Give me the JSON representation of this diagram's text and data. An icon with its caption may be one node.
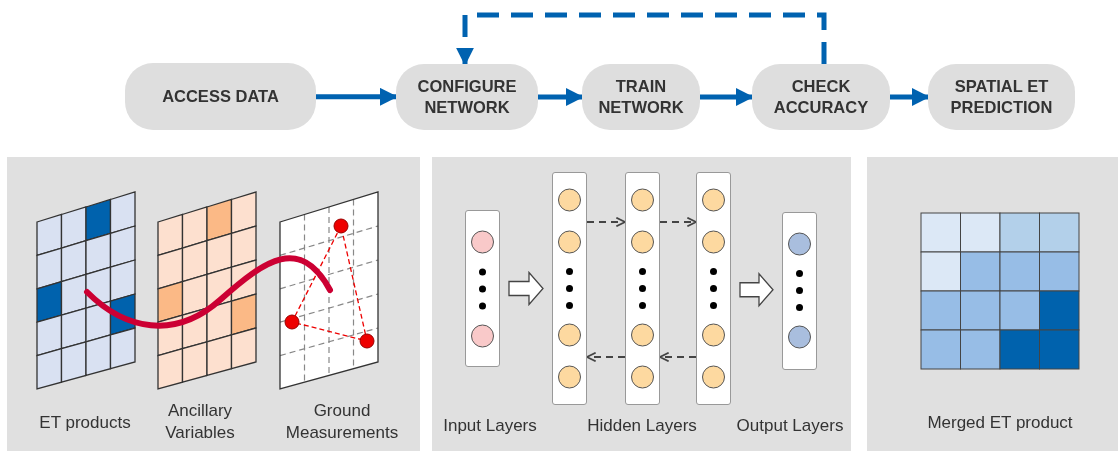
{
  "diagram": {
    "nodes": [
      {
        "text": [
          "ACCESS DATA"
        ]
      },
      {
        "text": [
          "CONFIGURE NETWORK"
        ]
      },
      {
        "text": [
          "TRAIN NETWORK"
        ]
      },
      {
        "text": [
          "CHECK ACCURACY"
        ]
      },
      {
        "text": [
          "SPATIAL ET PREDICTION"
        ]
      },
      {
        "text": [],
        "shape": "bar"
      },
      {
        "text": [],
        "shape": "bar"
      },
      {
        "text": [],
        "shape": "bar"
      },
      {
        "text": [],
        "shape": "bar"
      },
      {
        "text": [],
        "shape": "bar"
      }
    ],
    "edges": [
      {
        "from": 0,
        "to": 1,
        "arrow": "to",
        "color": "#0062b0"
      },
      {
        "from": 1,
        "to": 2,
        "arrow": "to",
        "color": "#0062b0"
      },
      {
        "from": 2,
        "to": 3,
        "arrow": "to",
        "color": "#0062b0"
      },
      {
        "from": 3,
        "to": 4,
        "arrow": "to",
        "color": "#0062b0"
      },
      {
        "from": 3,
        "to": 1,
        "arrow": "to",
        "style": "dashed",
        "color": "#0062b0"
      },
      {
        "from": 5,
        "to": 6,
        "arrow": "to",
        "style": "thick",
        "color": "#444444"
      },
      {
        "from": 6,
        "to": 7,
        "arrow": "to",
        "style": "dashed",
        "color": "#444444"
      },
      {
        "from": 7,
        "to": 8,
        "arrow": "to",
        "style": "dashed",
        "color": "#444444"
      },
      {
        "from": 8,
        "to": 7,
        "arrow": "to",
        "style": "dashed",
        "color": "#444444"
      },
      {
        "from": 7,
        "to": 6,
        "arrow": "to",
        "style": "dashed",
        "color": "#444444"
      },
      {
        "from": 8,
        "to": 9,
        "arrow": "to",
        "style": "thick",
        "color": "#444444"
      }
    ],
    "labels": [
      "ET products",
      "Ancillary Variables",
      "Ground Measurements",
      "Input Layers",
      "Hidden Layers",
      "Output Layers",
      "Merged ET product"
    ]
  }
}
